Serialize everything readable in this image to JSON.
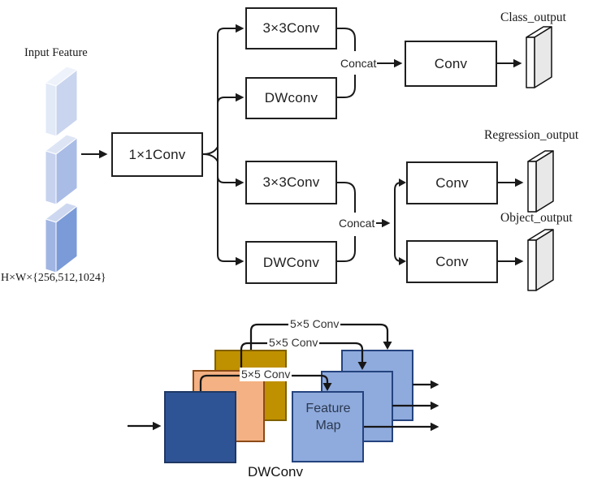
{
  "decoupled_head": {
    "input": {
      "label": "Input Feature",
      "dims": "H×W×{256,512,1024}"
    },
    "stem": {
      "label": "1×1Conv"
    },
    "cls_branch": {
      "conv3x3": "3×3Conv",
      "dwconv": "DWconv",
      "concat": "Concat",
      "conv": "Conv",
      "output": "Class_output"
    },
    "reg_branch": {
      "conv3x3": "3×3Conv",
      "dwconv": "DWConv",
      "concat": "Concat",
      "conv_reg": "Conv",
      "conv_obj": "Conv",
      "output_reg": "Regression_output",
      "output_obj": "Object_output"
    }
  },
  "dwconv_detail": {
    "conv_label_1": "5×5 Conv",
    "conv_label_2": "5×5 Conv",
    "conv_label_3": "5×5 Conv",
    "feature_map_line1": "Feature",
    "feature_map_line2": "Map",
    "caption": "DWConv"
  },
  "palette": {
    "dark_blue_square": "#2F5496",
    "peach_square": "#F4B183",
    "gold_square": "#BF9000",
    "light_blue_square": "#8FAADC",
    "square_border_blue": "#24437E",
    "input_slab_light": "#c9d4ee",
    "input_slab_medium": "#a9bce6",
    "input_slab_dark": "#7b9ad8",
    "output_slab_gray": "#e8e8e8",
    "line_color": "#1a1a1a"
  }
}
